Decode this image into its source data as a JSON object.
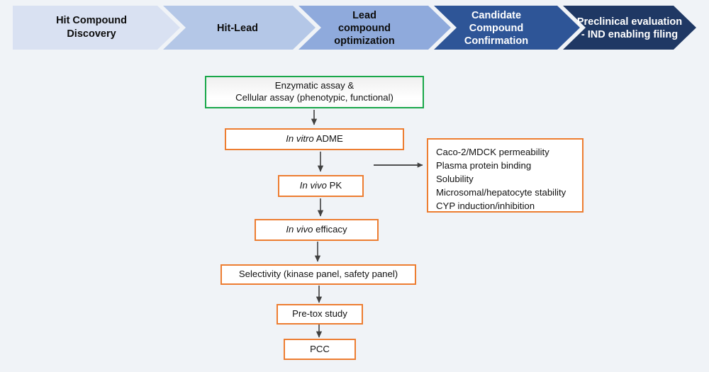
{
  "background_color": "#F0F3F7",
  "banner": {
    "name": "drug-discovery-stage-banner",
    "stages": [
      {
        "label_lines": [
          "Hit Compound",
          "Discovery"
        ],
        "color": "#D9E1F2",
        "text_color": "#0D0D0D"
      },
      {
        "label_lines": [
          "Hit-Lead"
        ],
        "color": "#B4C7E7",
        "text_color": "#0D0D0D"
      },
      {
        "label_lines": [
          "Lead",
          "compound",
          "optimization"
        ],
        "color": "#8FAADC",
        "text_color": "#0D0D0D"
      },
      {
        "label_lines": [
          "Candidate",
          "Compound",
          "Confirmation"
        ],
        "color": "#2E5597",
        "text_color": "#FFFFFF"
      },
      {
        "label_lines": [
          "Preclinical evaluation",
          "- IND enabling filing"
        ],
        "color": "#1F3864",
        "text_color": "#FFFFFF"
      }
    ]
  },
  "flowchart": {
    "nodes": [
      {
        "id": "assay",
        "name": "assay-node",
        "style": "green",
        "border_color": "#19A74A",
        "lines": [
          {
            "text": "Enzymatic assay &",
            "italic_prefix": ""
          },
          {
            "text": "Cellular assay (phenotypic, functional)",
            "italic_prefix": ""
          }
        ]
      },
      {
        "id": "in-vitro-adme",
        "name": "in-vitro-adme-node",
        "style": "orange",
        "border_color": "#ED7D31",
        "italic_prefix": "In vitro",
        "rest": " ADME"
      },
      {
        "id": "in-vivo-pk",
        "name": "in-vivo-pk-node",
        "style": "orange",
        "border_color": "#ED7D31",
        "italic_prefix": "In vivo",
        "rest": " PK"
      },
      {
        "id": "in-vivo-efficacy",
        "name": "in-vivo-efficacy-node",
        "style": "orange",
        "border_color": "#ED7D31",
        "italic_prefix": "In vivo",
        "rest": " efficacy"
      },
      {
        "id": "selectivity",
        "name": "selectivity-node",
        "style": "orange",
        "border_color": "#ED7D31",
        "italic_prefix": "",
        "rest": "Selectivity (kinase panel, safety panel)"
      },
      {
        "id": "pre-tox",
        "name": "pre-tox-study-node",
        "style": "orange",
        "border_color": "#ED7D31",
        "italic_prefix": "",
        "rest": "Pre-tox study"
      },
      {
        "id": "pcc",
        "name": "pcc-node",
        "style": "orange",
        "border_color": "#ED7D31",
        "italic_prefix": "",
        "rest": "PCC"
      }
    ],
    "assay_line1": "Enzymatic assay &",
    "assay_line2": "Cellular assay (phenotypic, functional)",
    "adme_italic": "In vitro",
    "adme_rest": " ADME",
    "pk_italic": "In vivo",
    "pk_rest": " PK",
    "efficacy_italic": "In vivo",
    "efficacy_rest": " efficacy",
    "selectivity_text": "Selectivity (kinase panel, safety panel)",
    "pretox_text": "Pre-tox study",
    "pcc_text": "PCC",
    "adme_details": {
      "name": "adme-details-box",
      "border_color": "#ED7D31",
      "items": [
        "Caco-2/MDCK permeability",
        "Plasma protein binding",
        "Solubility",
        "Microsomal/hepatocyte stability",
        "CYP induction/inhibition"
      ]
    },
    "arrow_color": "#404040"
  }
}
